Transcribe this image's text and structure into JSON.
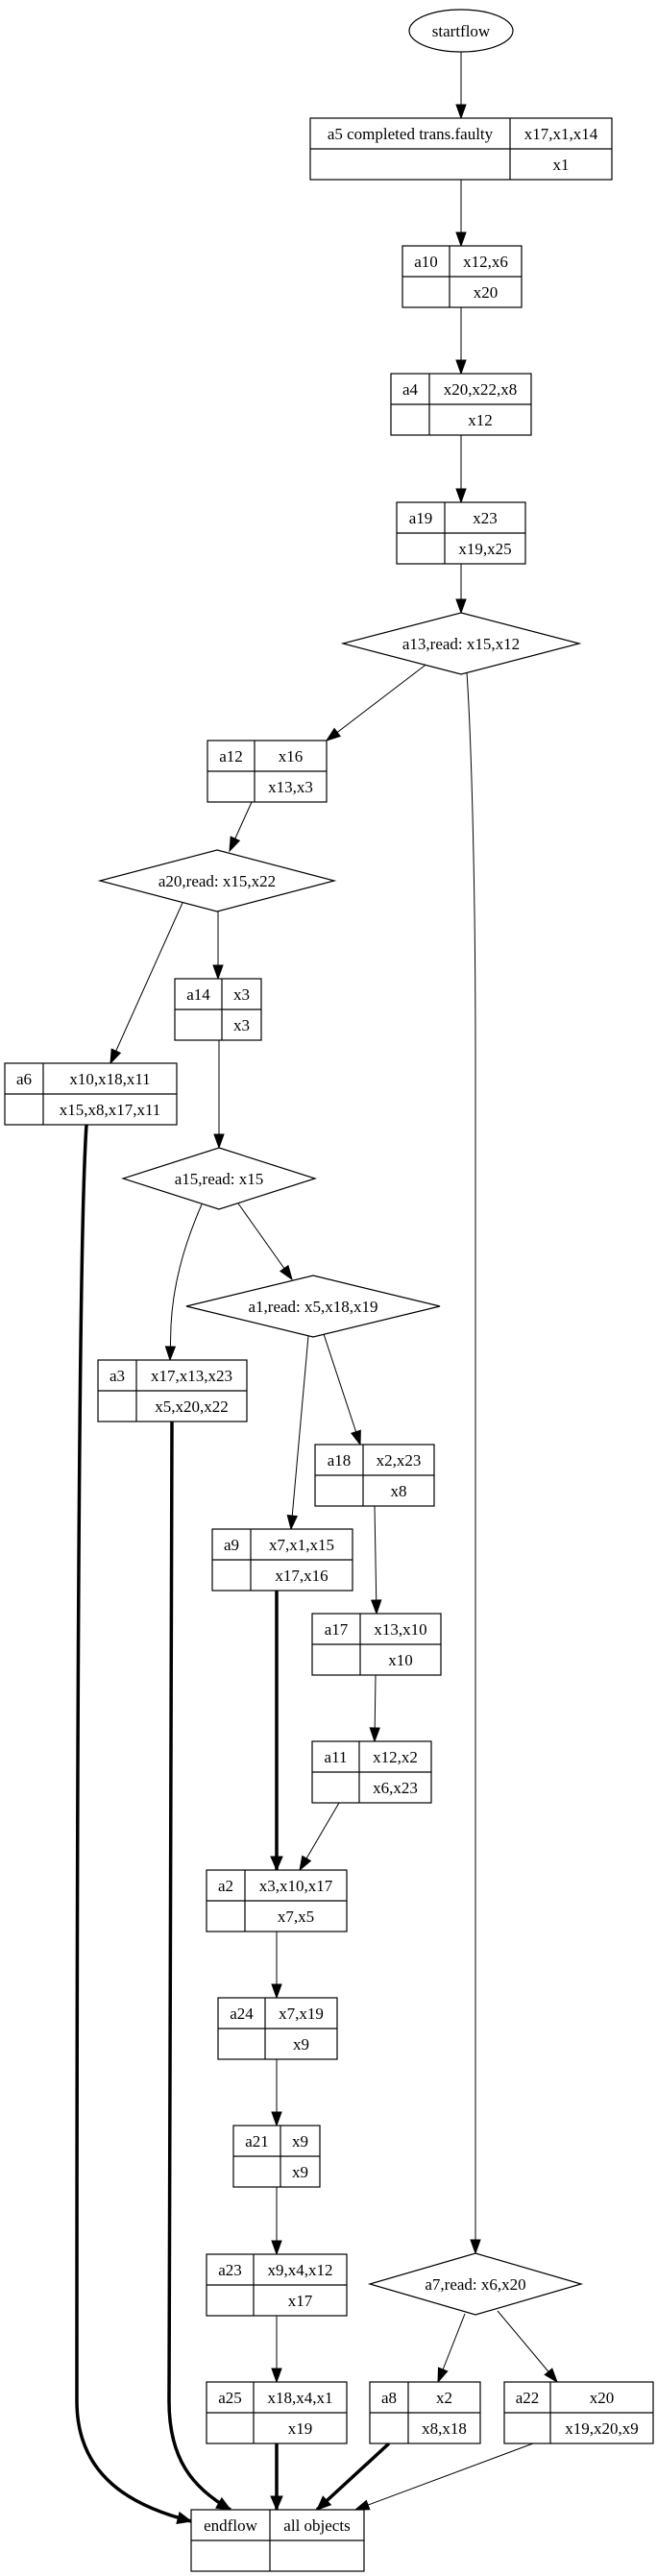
{
  "diagram": {
    "type": "flowchart",
    "nodes": {
      "startflow": {
        "kind": "ellipse",
        "label": "startflow"
      },
      "a5": {
        "kind": "record",
        "name": "a5  completed trans.faulty",
        "top": "x17,x1,x14",
        "bottom": "x1"
      },
      "a10": {
        "kind": "record",
        "name": "a10",
        "top": "x12,x6",
        "bottom": "x20"
      },
      "a4": {
        "kind": "record",
        "name": "a4",
        "top": "x20,x22,x8",
        "bottom": "x12"
      },
      "a19": {
        "kind": "record",
        "name": "a19",
        "top": "x23",
        "bottom": "x19,x25"
      },
      "a13": {
        "kind": "diamond",
        "label": "a13,read: x15,x12"
      },
      "a12": {
        "kind": "record",
        "name": "a12",
        "top": "x16",
        "bottom": "x13,x3"
      },
      "a20": {
        "kind": "diamond",
        "label": "a20,read: x15,x22"
      },
      "a14": {
        "kind": "record",
        "name": "a14",
        "top": "x3",
        "bottom": "x3"
      },
      "a6": {
        "kind": "record",
        "name": "a6",
        "top": "x10,x18,x11",
        "bottom": "x15,x8,x17,x11"
      },
      "a15": {
        "kind": "diamond",
        "label": "a15,read: x15"
      },
      "a1": {
        "kind": "diamond",
        "label": "a1,read: x5,x18,x19"
      },
      "a3": {
        "kind": "record",
        "name": "a3",
        "top": "x17,x13,x23",
        "bottom": "x5,x20,x22"
      },
      "a18": {
        "kind": "record",
        "name": "a18",
        "top": "x2,x23",
        "bottom": "x8"
      },
      "a9": {
        "kind": "record",
        "name": "a9",
        "top": "x7,x1,x15",
        "bottom": "x17,x16"
      },
      "a17": {
        "kind": "record",
        "name": "a17",
        "top": "x13,x10",
        "bottom": "x10"
      },
      "a11": {
        "kind": "record",
        "name": "a11",
        "top": "x12,x2",
        "bottom": "x6,x23"
      },
      "a2": {
        "kind": "record",
        "name": "a2",
        "top": "x3,x10,x17",
        "bottom": "x7,x5"
      },
      "a24": {
        "kind": "record",
        "name": "a24",
        "top": "x7,x19",
        "bottom": "x9"
      },
      "a21": {
        "kind": "record",
        "name": "a21",
        "top": "x9",
        "bottom": "x9"
      },
      "a23": {
        "kind": "record",
        "name": "a23",
        "top": "x9,x4,x12",
        "bottom": "x17"
      },
      "a25": {
        "kind": "record",
        "name": "a25",
        "top": "x18,x4,x1",
        "bottom": "x19"
      },
      "a7": {
        "kind": "diamond",
        "label": "a7,read: x6,x20"
      },
      "a8": {
        "kind": "record",
        "name": "a8",
        "top": "x2",
        "bottom": "x8,x18"
      },
      "a22": {
        "kind": "record",
        "name": "a22",
        "top": "x20",
        "bottom": "x19,x20,x9"
      },
      "endflow": {
        "kind": "record",
        "name": "endflow",
        "top": "all objects",
        "bottom": ""
      }
    },
    "edges": [
      {
        "from": "startflow",
        "to": "a5",
        "bold": false
      },
      {
        "from": "a5",
        "to": "a10",
        "bold": false
      },
      {
        "from": "a10",
        "to": "a4",
        "bold": false
      },
      {
        "from": "a4",
        "to": "a19",
        "bold": false
      },
      {
        "from": "a19",
        "to": "a13",
        "bold": false
      },
      {
        "from": "a13",
        "to": "a12",
        "bold": false
      },
      {
        "from": "a13",
        "to": "a7",
        "bold": false
      },
      {
        "from": "a12",
        "to": "a20",
        "bold": false
      },
      {
        "from": "a20",
        "to": "a6",
        "bold": false
      },
      {
        "from": "a20",
        "to": "a14",
        "bold": false
      },
      {
        "from": "a14",
        "to": "a15",
        "bold": false
      },
      {
        "from": "a15",
        "to": "a3",
        "bold": false
      },
      {
        "from": "a15",
        "to": "a1",
        "bold": false
      },
      {
        "from": "a1",
        "to": "a9",
        "bold": false
      },
      {
        "from": "a1",
        "to": "a18",
        "bold": false
      },
      {
        "from": "a18",
        "to": "a17",
        "bold": false
      },
      {
        "from": "a17",
        "to": "a11",
        "bold": false
      },
      {
        "from": "a11",
        "to": "a2",
        "bold": false
      },
      {
        "from": "a9",
        "to": "a2",
        "bold": true
      },
      {
        "from": "a2",
        "to": "a24",
        "bold": false
      },
      {
        "from": "a24",
        "to": "a21",
        "bold": false
      },
      {
        "from": "a21",
        "to": "a23",
        "bold": false
      },
      {
        "from": "a23",
        "to": "a25",
        "bold": false
      },
      {
        "from": "a7",
        "to": "a8",
        "bold": false
      },
      {
        "from": "a7",
        "to": "a22",
        "bold": false
      },
      {
        "from": "a6",
        "to": "endflow",
        "bold": true
      },
      {
        "from": "a3",
        "to": "endflow",
        "bold": true
      },
      {
        "from": "a25",
        "to": "endflow",
        "bold": true
      },
      {
        "from": "a8",
        "to": "endflow",
        "bold": true
      },
      {
        "from": "a22",
        "to": "endflow",
        "bold": false
      }
    ]
  }
}
